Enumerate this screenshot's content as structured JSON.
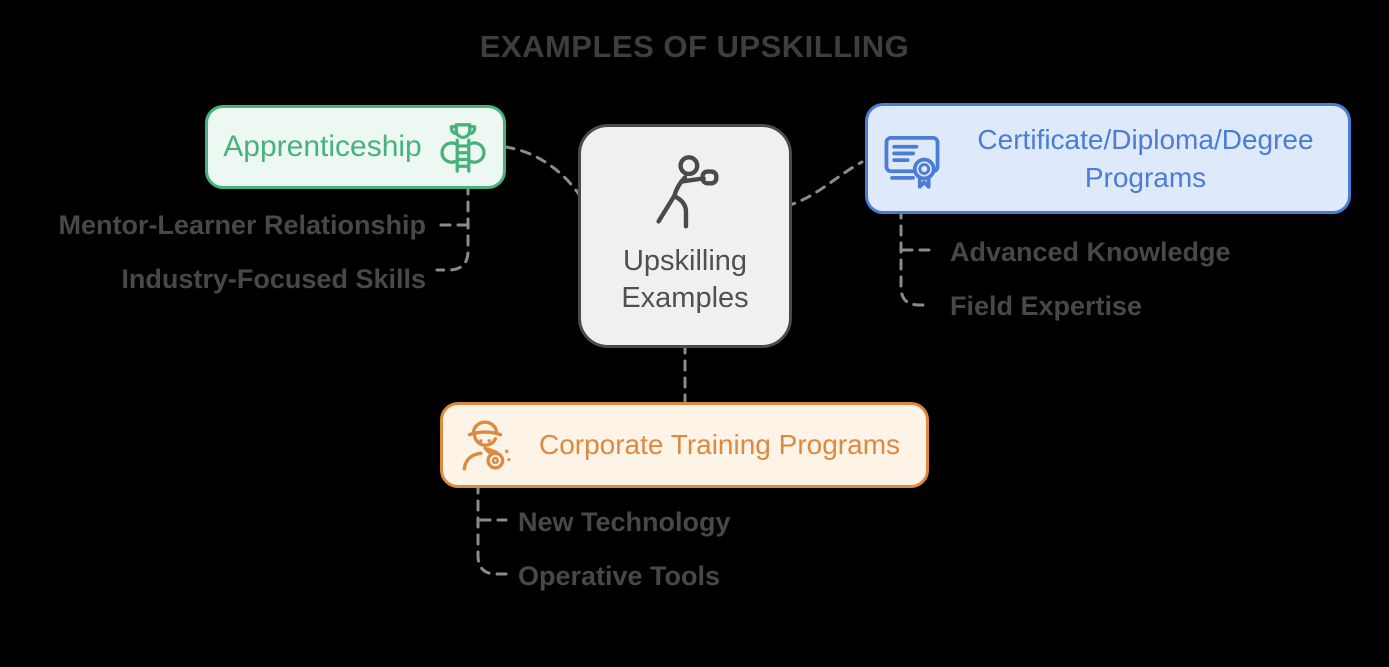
{
  "title": "EXAMPLES OF UPSKILLING",
  "center_node": {
    "line1": "Upskilling",
    "line2": "Examples",
    "icon": "person-training-icon"
  },
  "branches": {
    "apprenticeship": {
      "label": "Apprenticeship",
      "icon": "ladder-trophy-icon",
      "children": [
        "Mentor-Learner Relationship",
        "Industry-Focused Skills"
      ]
    },
    "certificate": {
      "label_line1": "Certificate/Diploma/Degree",
      "label_line2": "Programs",
      "icon": "certificate-seal-icon",
      "children": [
        "Advanced Knowledge",
        "Field Expertise"
      ]
    },
    "corporate": {
      "label": "Corporate Training Programs",
      "icon": "coach-whistle-icon",
      "children": [
        "New Technology",
        "Operative Tools"
      ]
    }
  },
  "colors": {
    "background": "#000000",
    "title_text": "#3e3e3e",
    "connector": "#8b8b8b",
    "child_label_text": "#484848",
    "center_border": "#4b4b4b",
    "center_bg": "#f0f0f0",
    "center_text": "#505050",
    "center_icon": "#4a4a4a",
    "green": "#48b27d",
    "green_bg": "#ecf8f1",
    "blue": "#4a7dd4",
    "blue_bg": "#dfe9fc",
    "orange": "#dd8a3e",
    "orange_bg": "#fdf3e6"
  }
}
